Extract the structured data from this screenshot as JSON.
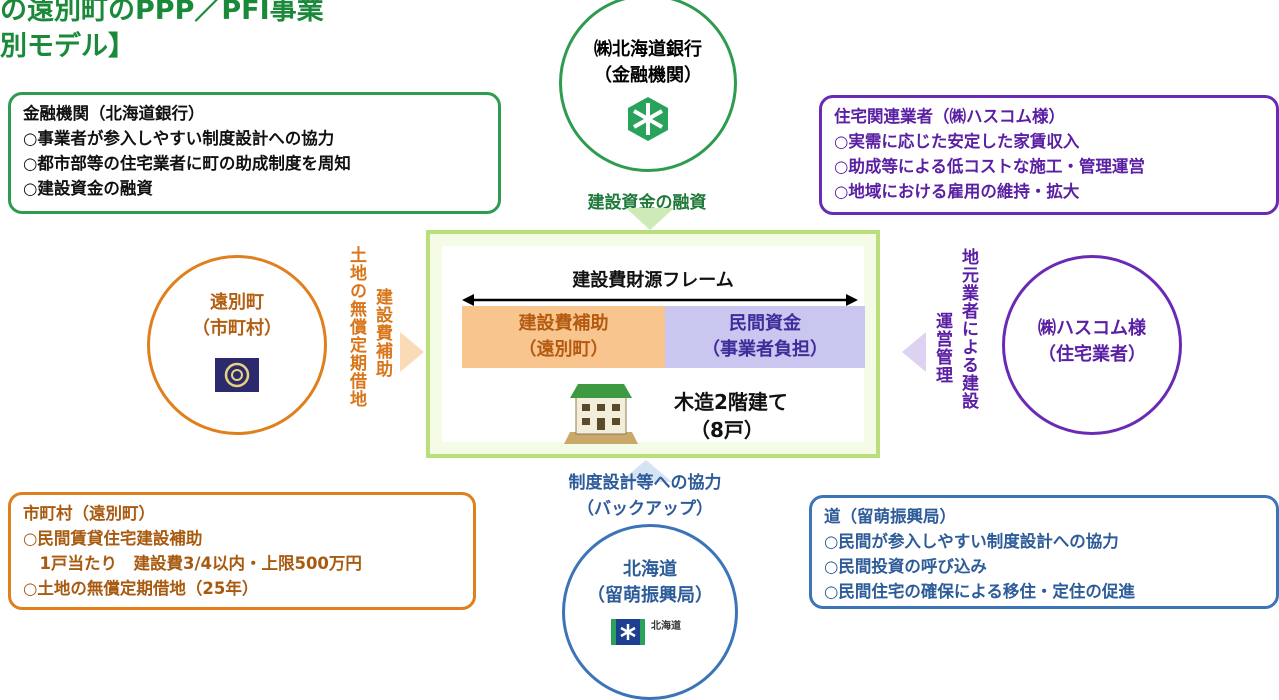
{
  "title": {
    "line1": "の遠別町のPPP／PFI事業",
    "line2": "別モデル】"
  },
  "bank": {
    "name": "㈱北海道銀行",
    "role": "（金融機関）",
    "arrow_label": "建設資金の融資"
  },
  "bank_box": {
    "header": "金融機関（北海道銀行）",
    "items": [
      "○事業者が参入しやすい制度設計への協力",
      "○都市部等の住宅業者に町の助成制度を周知",
      "○建設資金の融資"
    ]
  },
  "company_box": {
    "header": "住宅関連業者（㈱ハスコム様）",
    "items": [
      "○実需に応じた安定した家賃収入",
      "○助成等による低コストな施工・管理運営",
      "○地域における雇用の維持・拡大"
    ]
  },
  "town": {
    "name": "遠別町",
    "role": "（市町村）"
  },
  "town_vertical": {
    "col1": "土地の無償定期借地",
    "col2": "建設費補助"
  },
  "company": {
    "name": "㈱ハスコム様",
    "role": "（住宅業者）"
  },
  "company_vertical": {
    "col1": "地元業者による建設",
    "col2": "運営管理"
  },
  "frame": {
    "title": "建設費財源フレーム",
    "left_label": "建設費補助",
    "left_sub": "（遠別町）",
    "right_label": "民間資金",
    "right_sub": "（事業者負担）",
    "building_line1": "木造2階建て",
    "building_line2": "（8戸）"
  },
  "hokkaido": {
    "name": "北海道",
    "role": "（留萌振興局）",
    "logo_text": "北海道",
    "arrow_label1": "制度設計等への協力",
    "arrow_label2": "（バックアップ）"
  },
  "town_box": {
    "header": "市町村（遠別町）",
    "items": [
      "○民間賃貸住宅建設補助",
      "　1戸当たり　建設費3/4以内・上限500万円",
      "○土地の無償定期借地（25年）"
    ]
  },
  "pref_box": {
    "header": "道（留萌振興局）",
    "items": [
      "○民間が参入しやすい制度設計への協力",
      "○民間投資の呼び込み",
      "○民間住宅の確保による移住・定住の促進"
    ]
  },
  "colors": {
    "green": "#2e9b4e",
    "purple": "#6a2ab5",
    "orange": "#e07f1e",
    "blue": "#3c74b8"
  }
}
